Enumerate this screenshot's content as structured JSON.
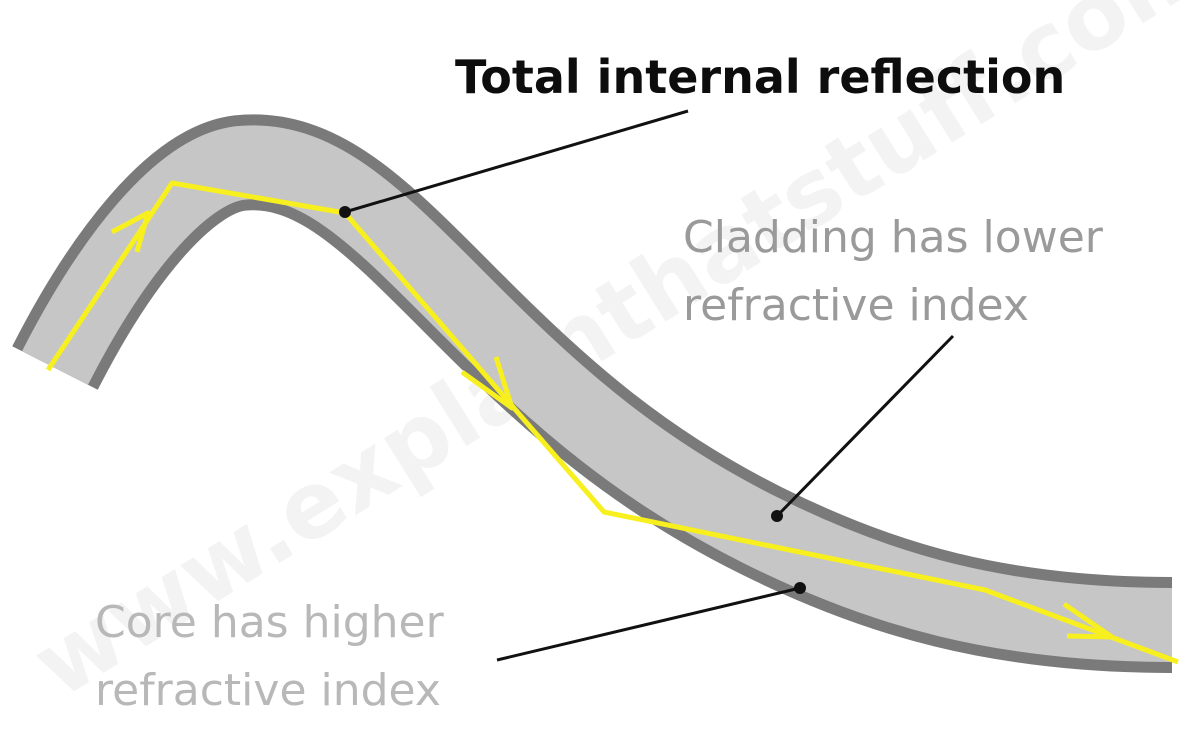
{
  "labels": {
    "title": "Total internal reflection",
    "cladding_line1": "Cladding has lower",
    "cladding_line2": "refractive index",
    "core_line1": "Core has higher",
    "core_line2": "refractive index"
  },
  "watermark": "www.explainthatstuff.com",
  "colors": {
    "background": "#ffffff",
    "core": "#c6c6c6",
    "cladding": "#7a7a7a",
    "light_ray": "#f7f01e",
    "leader_lines": "#111111",
    "title_text": "#0d0d0d",
    "label_text": "#9a9a9a"
  }
}
